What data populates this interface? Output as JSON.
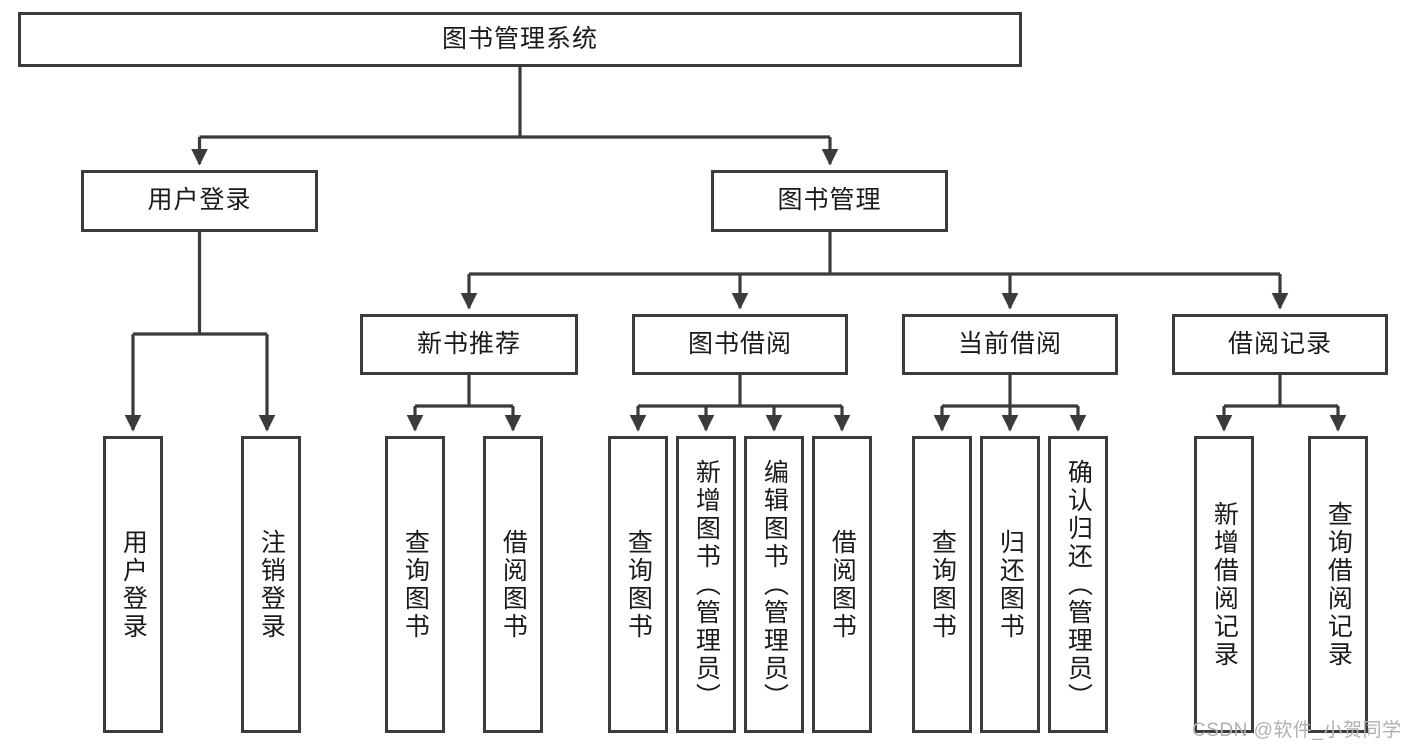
{
  "diagram": {
    "type": "hierarchy-tree",
    "title": "图书管理系统",
    "root": {
      "label": "图书管理系统"
    },
    "level2": [
      {
        "id": "user-login",
        "label": "用户登录"
      },
      {
        "id": "book-management",
        "label": "图书管理"
      }
    ],
    "level3": [
      {
        "id": "new-book-recommend",
        "label": "新书推荐",
        "parent": "book-management"
      },
      {
        "id": "book-borrow",
        "label": "图书借阅",
        "parent": "book-management"
      },
      {
        "id": "current-borrow",
        "label": "当前借阅",
        "parent": "book-management"
      },
      {
        "id": "borrow-record",
        "label": "借阅记录",
        "parent": "book-management"
      }
    ],
    "leaves": {
      "user-login": [
        {
          "id": "leaf-user-login",
          "label": "用户登录"
        },
        {
          "id": "leaf-user-logout",
          "label": "注销登录"
        }
      ],
      "new-book-recommend": [
        {
          "id": "leaf-query-book-1",
          "label": "查询图书"
        },
        {
          "id": "leaf-borrow-book-1",
          "label": "借阅图书"
        }
      ],
      "book-borrow": [
        {
          "id": "leaf-query-book-2",
          "label": "查询图书"
        },
        {
          "id": "leaf-add-book",
          "label": "新增图书（管理员）"
        },
        {
          "id": "leaf-edit-book",
          "label": "编辑图书（管理员）"
        },
        {
          "id": "leaf-borrow-book-2",
          "label": "借阅图书"
        }
      ],
      "current-borrow": [
        {
          "id": "leaf-query-book-3",
          "label": "查询图书"
        },
        {
          "id": "leaf-return-book",
          "label": "归还图书"
        },
        {
          "id": "leaf-confirm-return",
          "label": "确认归还（管理员）"
        }
      ],
      "borrow-record": [
        {
          "id": "leaf-add-record",
          "label": "新增借阅记录"
        },
        {
          "id": "leaf-query-record",
          "label": "查询借阅记录"
        }
      ]
    },
    "colors": {
      "stroke": "#3b3b3b",
      "text": "#1b1b1b",
      "background": "#ffffff",
      "watermark": "#b0b0b0"
    }
  },
  "watermark": {
    "text": "CSDN @软件_小贺同学"
  }
}
